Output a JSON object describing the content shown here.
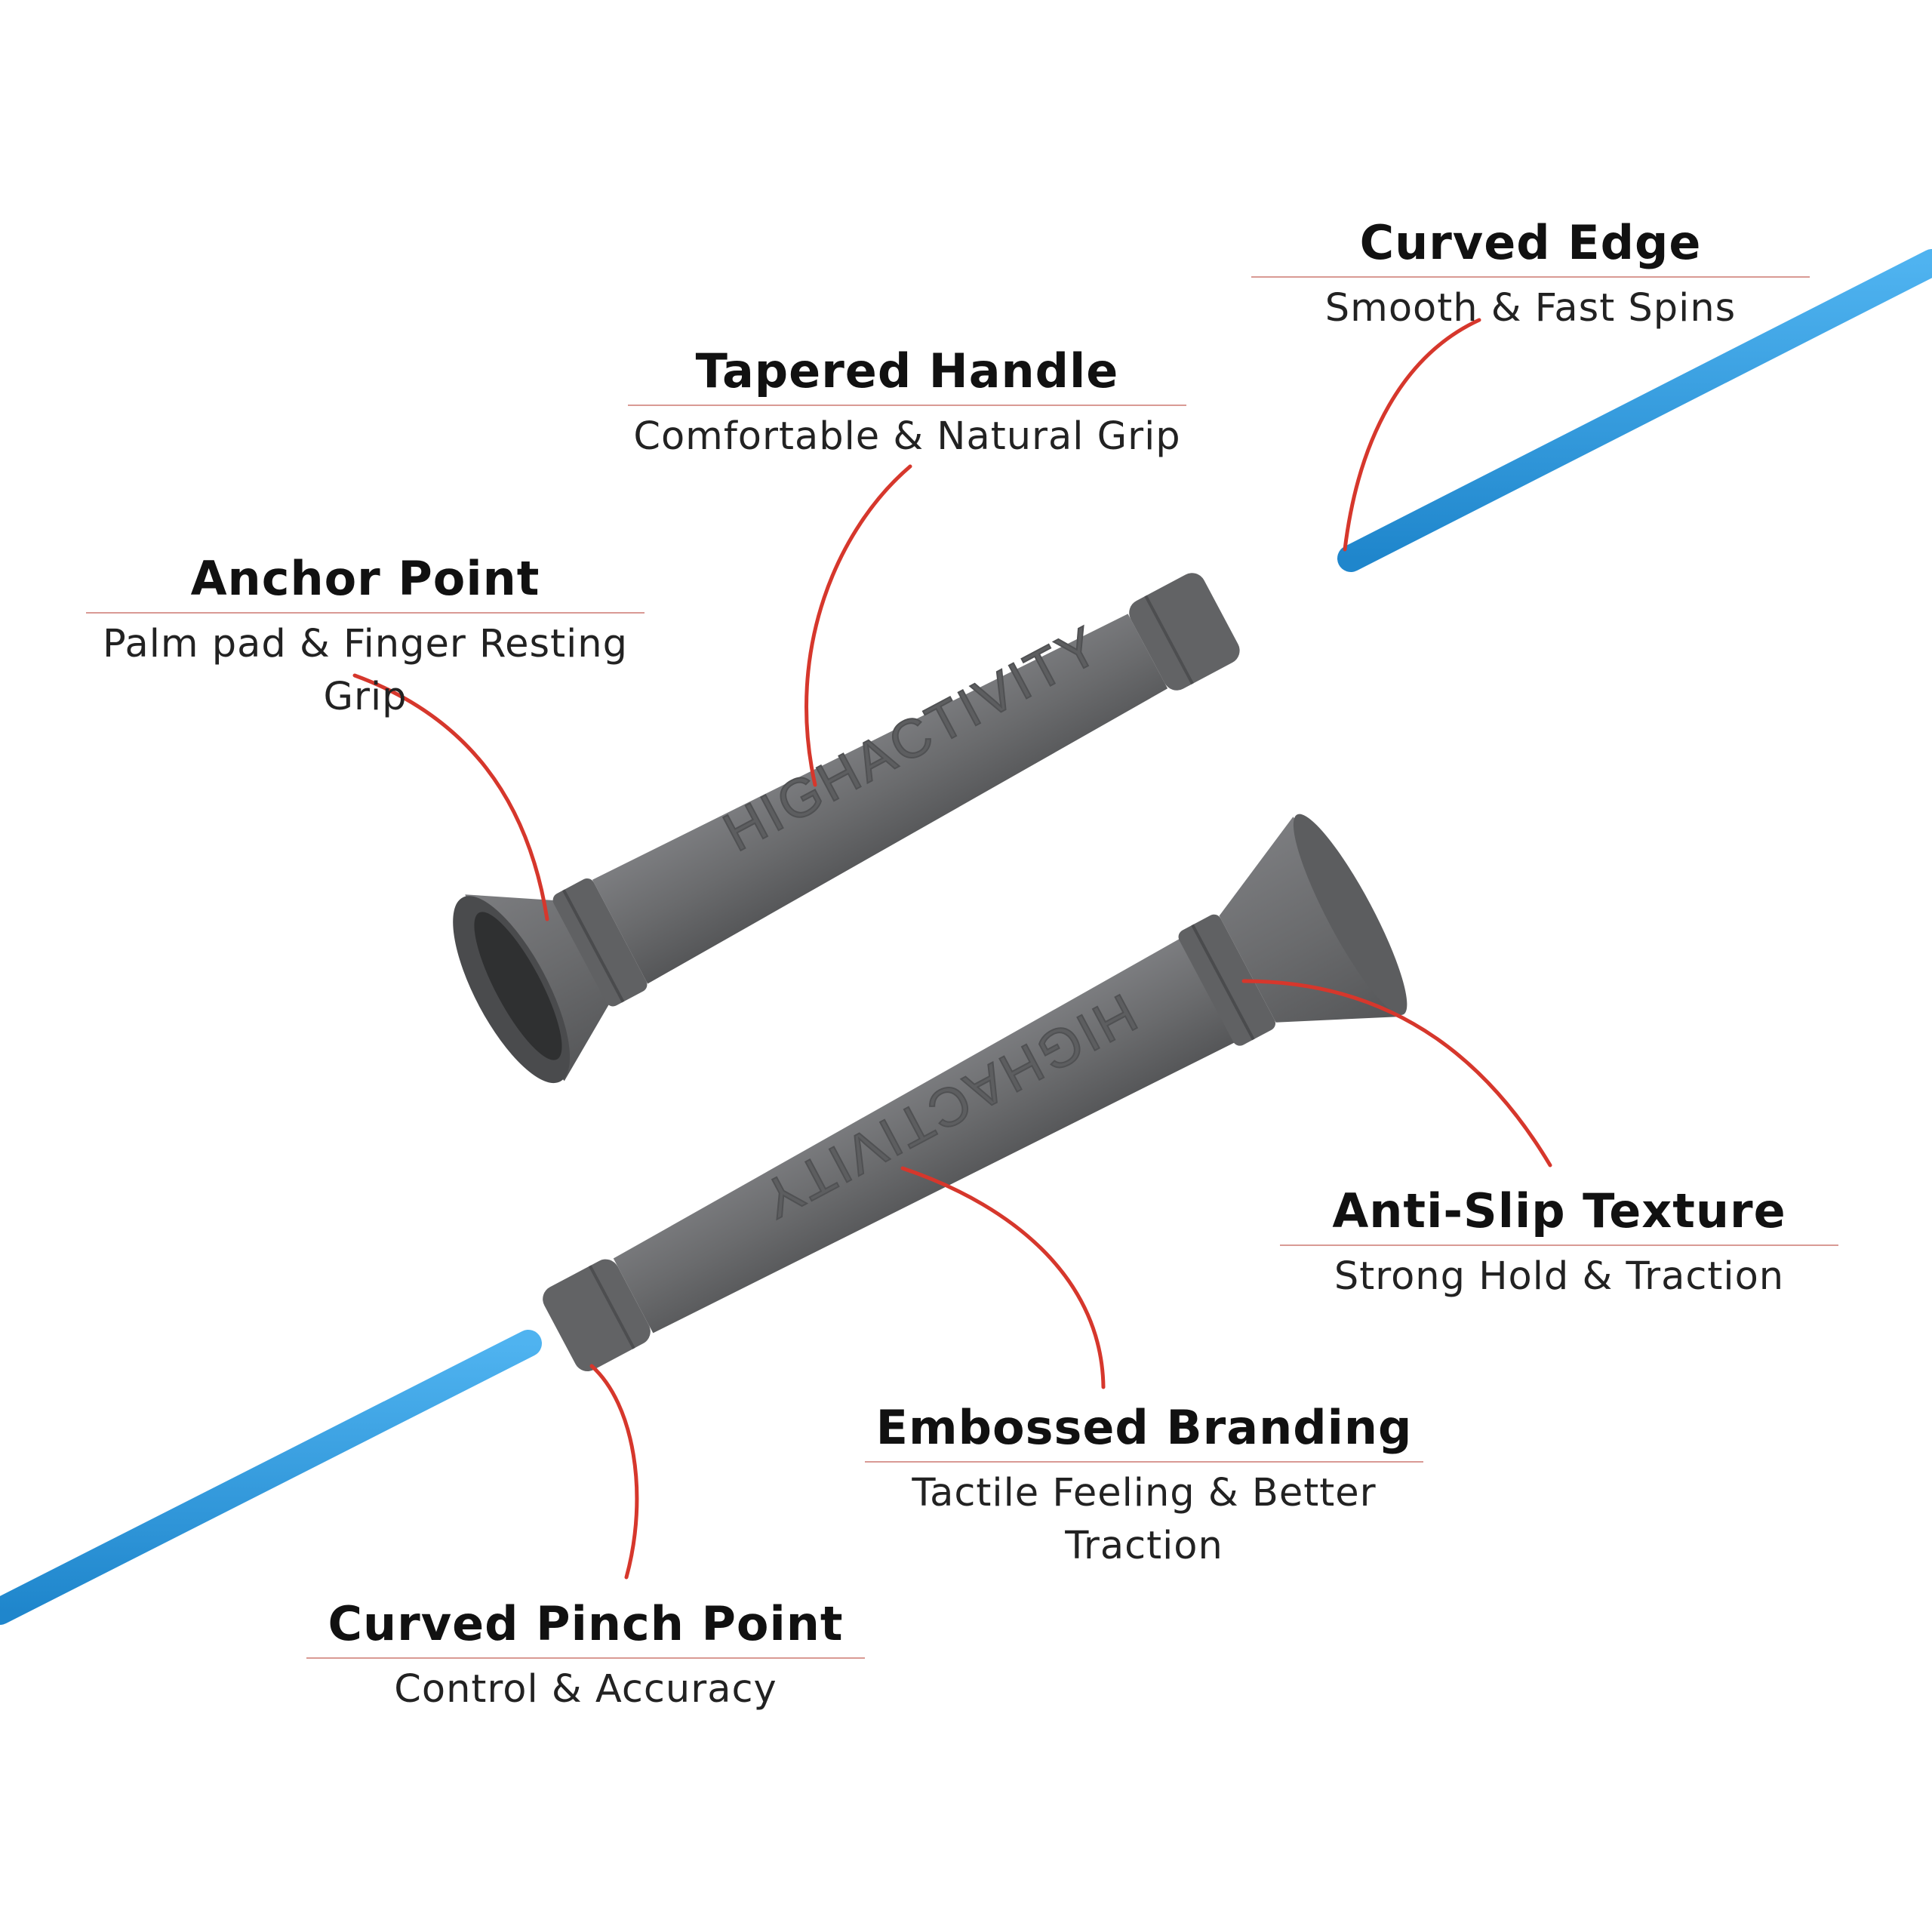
{
  "labels": {
    "curved_edge": {
      "title": "Curved Edge",
      "subtitle": "Smooth & Fast Spins"
    },
    "tapered_handle": {
      "title": "Tapered Handle",
      "subtitle": "Comfortable & Natural Grip"
    },
    "anchor_point": {
      "title": "Anchor Point",
      "subtitle": "Palm pad & Finger Resting Grip"
    },
    "anti_slip": {
      "title": "Anti-Slip Texture",
      "subtitle": "Strong Hold & Traction"
    },
    "embossed": {
      "title": "Embossed Branding",
      "subtitle": "Tactile Feeling & Better Traction"
    },
    "pinch_point": {
      "title": "Curved Pinch Point",
      "subtitle": "Control & Accuracy"
    }
  },
  "embossed_text": {
    "upper_handle": "HIGHACTIVITY",
    "lower_handle": "HIGHACTIVITY"
  },
  "colors": {
    "rope": "#2a9be3",
    "handle": "#6e6f71",
    "handle_dark": "#545557",
    "callout_line": "#d6372c",
    "rule": "#d99a94"
  }
}
